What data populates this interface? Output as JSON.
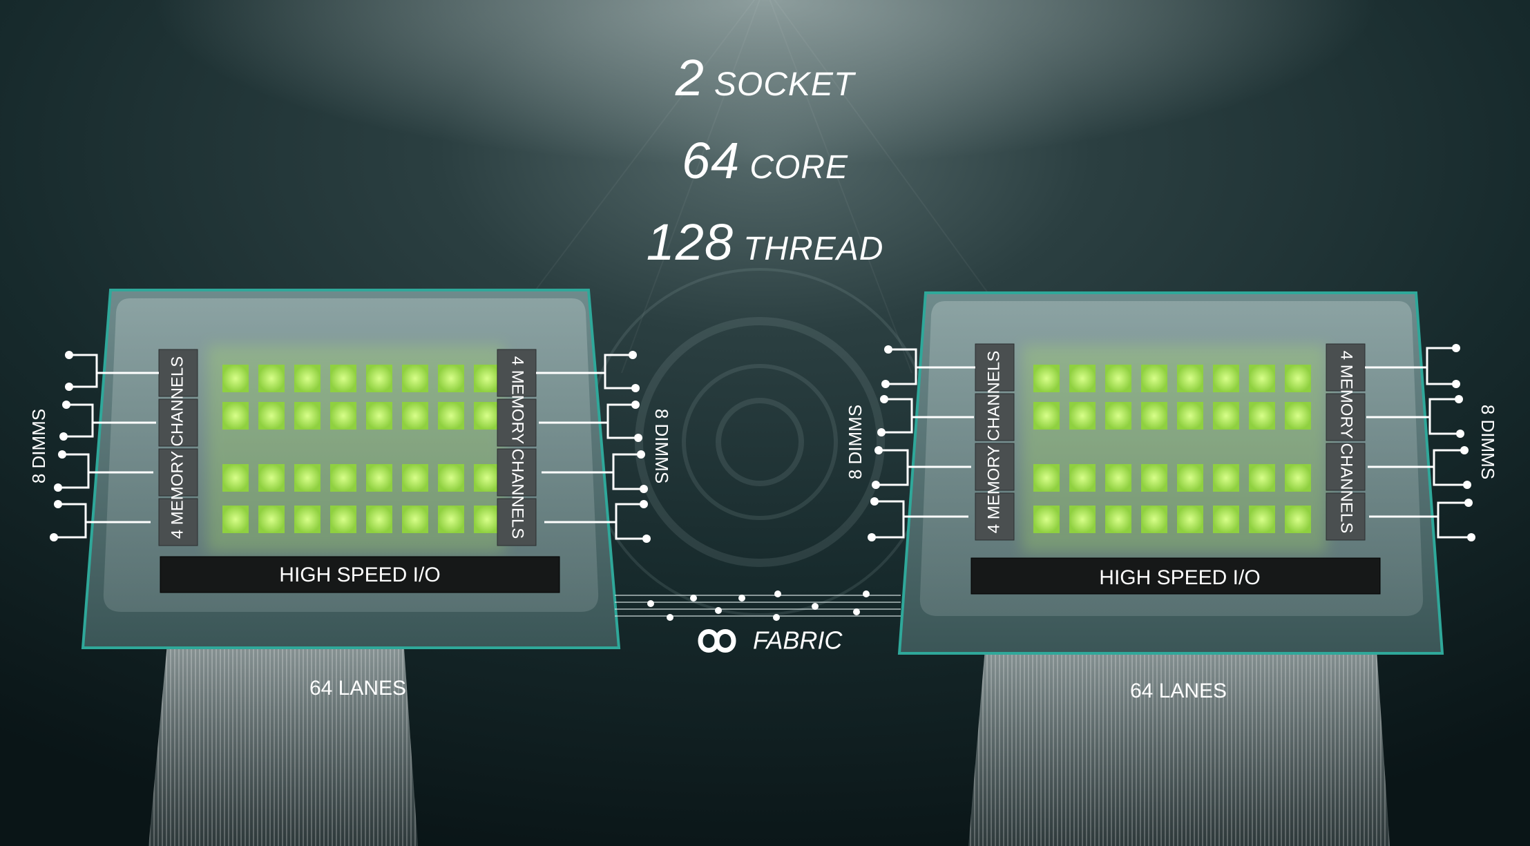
{
  "headline": {
    "line1": {
      "number": "2",
      "word": "SOCKET"
    },
    "line2": {
      "number": "64",
      "word": "CORE"
    },
    "line3": {
      "number": "128",
      "word": "THREAD"
    }
  },
  "sockets": [
    {
      "io_label": "HIGH SPEED I/O",
      "lanes_label": "64 LANES",
      "left_channel_label": "4 MEMORY CHANNELS",
      "right_channel_label": "4 MEMORY CHANNELS",
      "left_dimms_label": "8 DIMMS",
      "right_dimms_label": "8 DIMMS"
    },
    {
      "io_label": "HIGH SPEED I/O",
      "lanes_label": "64 LANES",
      "left_channel_label": "4 MEMORY CHANNELS",
      "right_channel_label": "4 MEMORY CHANNELS",
      "left_dimms_label": "8 DIMMS",
      "right_dimms_label": "8 DIMMS"
    }
  ],
  "fabric": {
    "label": "FABRIC",
    "icon": "infinity-fabric-icon"
  },
  "colors": {
    "core_green": "#c8f07a",
    "core_glow": "#9be04a",
    "package_edge": "#2fa89a",
    "text": "#ffffff"
  }
}
